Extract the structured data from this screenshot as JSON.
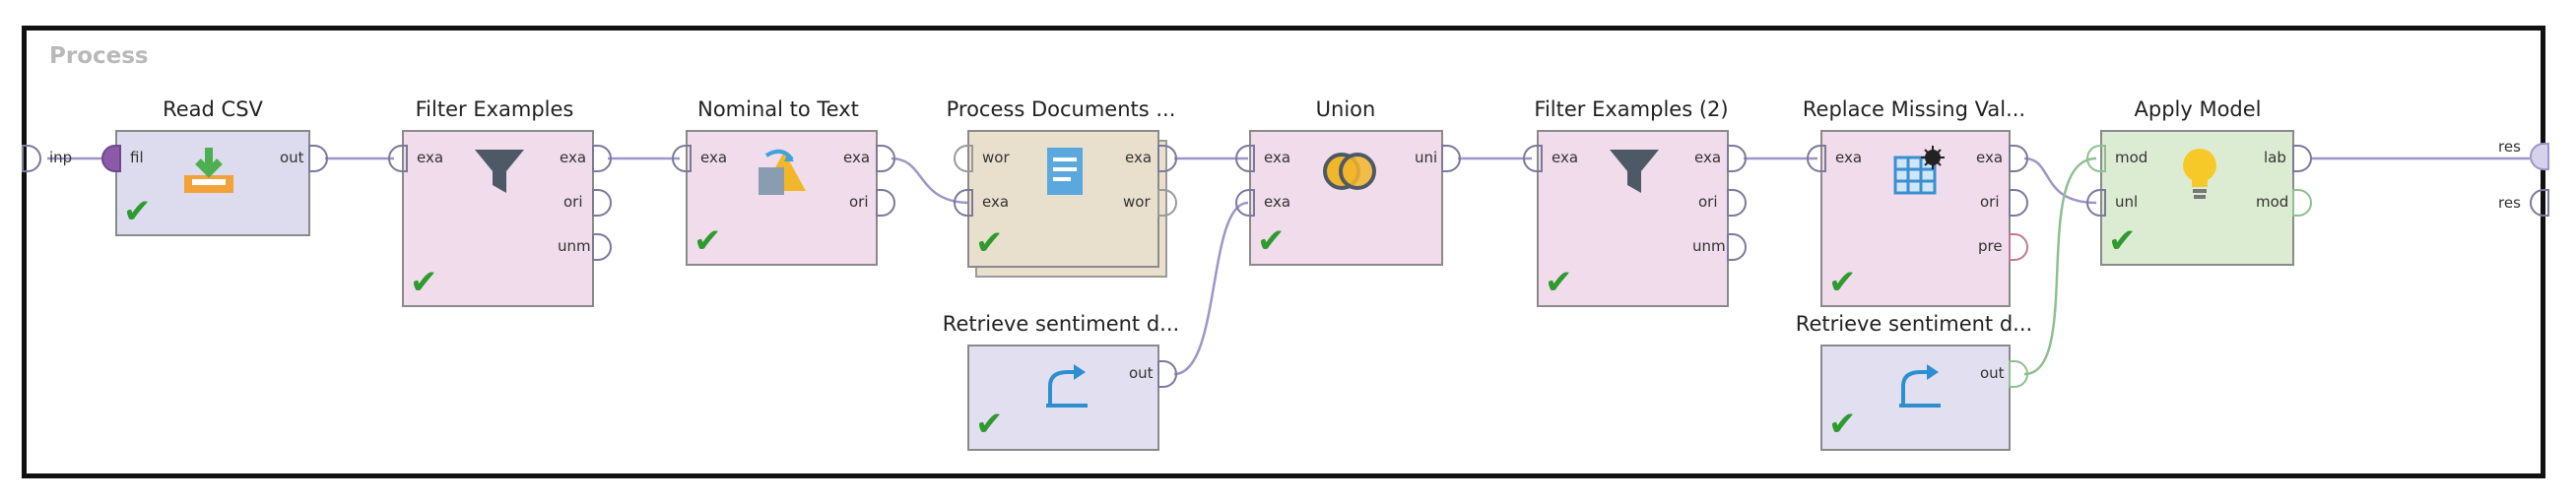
{
  "panel": {
    "title": "Process"
  },
  "operators": {
    "read_csv": {
      "name": "Read CSV",
      "ports_in": [
        "fil"
      ],
      "ports_out": [
        "out"
      ]
    },
    "filter_examples": {
      "name": "Filter Examples",
      "ports_in": [
        "exa"
      ],
      "ports_out": [
        "exa",
        "ori",
        "unm"
      ]
    },
    "nominal_to_text": {
      "name": "Nominal to Text",
      "ports_in": [
        "exa"
      ],
      "ports_out": [
        "exa",
        "ori"
      ]
    },
    "process_documents": {
      "name": "Process Documents ...",
      "ports_in": [
        "wor",
        "exa"
      ],
      "ports_out": [
        "exa",
        "wor"
      ]
    },
    "union": {
      "name": "Union",
      "ports_in": [
        "exa",
        "exa"
      ],
      "ports_out": [
        "uni"
      ]
    },
    "filter_examples_2": {
      "name": "Filter Examples (2)",
      "ports_in": [
        "exa"
      ],
      "ports_out": [
        "exa",
        "ori",
        "unm"
      ]
    },
    "replace_missing": {
      "name": "Replace Missing Val...",
      "ports_in": [
        "exa"
      ],
      "ports_out": [
        "exa",
        "ori",
        "pre"
      ]
    },
    "apply_model": {
      "name": "Apply Model",
      "ports_in": [
        "mod",
        "unl"
      ],
      "ports_out": [
        "lab",
        "mod"
      ]
    },
    "retrieve_1": {
      "name": "Retrieve sentiment d...",
      "ports_out": [
        "out"
      ]
    },
    "retrieve_2": {
      "name": "Retrieve sentiment d...",
      "ports_out": [
        "out"
      ]
    }
  },
  "process_ports": {
    "input": "inp",
    "results": [
      "res",
      "res"
    ]
  },
  "colors": {
    "read_csv": "#dcdcee",
    "filter": "#f0dcea",
    "process_documents": "#e8e0cc",
    "retrieve": "#e2e0f0",
    "apply_model": "#dcecd2",
    "wire_purple": "#9e95c8",
    "wire_green": "#8fbf8f",
    "check": "#2f9a2f"
  }
}
